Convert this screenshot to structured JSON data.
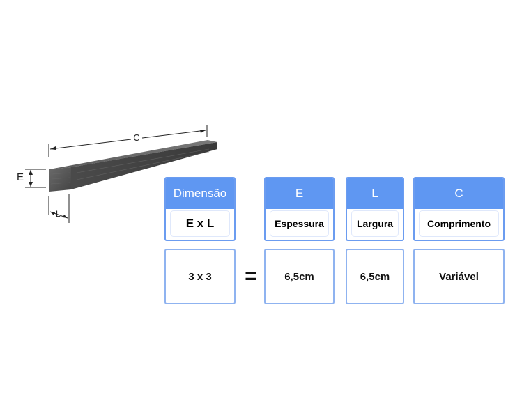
{
  "figure": {
    "labels": {
      "length": "C",
      "thickness": "E",
      "width": "L"
    }
  },
  "table": {
    "headers": [
      {
        "letter": "Dimensão",
        "label": "E x L"
      },
      {
        "letter": "E",
        "label": "Espessura"
      },
      {
        "letter": "L",
        "label": "Largura"
      },
      {
        "letter": "C",
        "label": "Comprimento"
      }
    ],
    "equals": "=",
    "values": [
      "3 x 3",
      "6,5cm",
      "6,5cm",
      "Variável"
    ]
  },
  "colors": {
    "header_fill": "#5f97f2",
    "border": "#6b9cf0",
    "beam": "#555555"
  }
}
